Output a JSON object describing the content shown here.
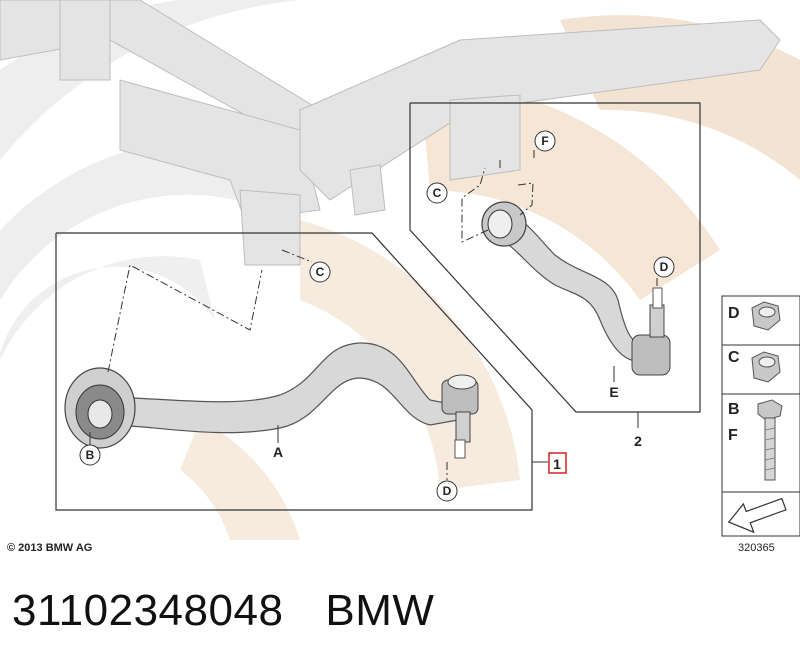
{
  "diagram": {
    "callouts": {
      "c_upper": "C",
      "f_upper": "F",
      "c_right": "C",
      "d_right": "D",
      "b_left": "B",
      "d_left": "D"
    },
    "labels": {
      "arm_a": "A",
      "arm_e": "E",
      "ref_1": "1",
      "ref_2": "2"
    },
    "legend": {
      "rows": [
        "D",
        "C",
        "B",
        "F"
      ]
    },
    "copyright": "© 2013 BMW AG",
    "diagram_number": "320365"
  },
  "footer": {
    "part_number": "31102348048",
    "brand": "BMW"
  },
  "colors": {
    "background": "#ffffff",
    "watermark_tan": "#f3e3d3",
    "watermark_gray": "#eeeeee",
    "part_fill": "#dcdcdc",
    "line": "#333333",
    "highlight": "#d22222"
  }
}
